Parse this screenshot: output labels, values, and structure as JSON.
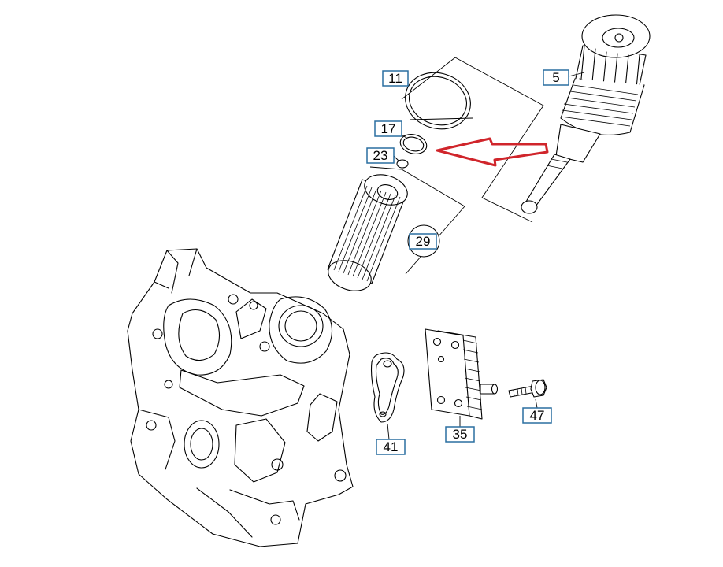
{
  "colors": {
    "callout_border": "#2a6fa1",
    "arrow": "#d0252b",
    "ink": "#000000",
    "background": "#ffffff"
  },
  "callouts": [
    {
      "id": "c11",
      "label": "11"
    },
    {
      "id": "c5",
      "label": "5"
    },
    {
      "id": "c17",
      "label": "17"
    },
    {
      "id": "c23",
      "label": "23"
    },
    {
      "id": "c29",
      "label": "29"
    },
    {
      "id": "c47",
      "label": "47"
    },
    {
      "id": "c35",
      "label": "35"
    },
    {
      "id": "c41",
      "label": "41"
    }
  ]
}
